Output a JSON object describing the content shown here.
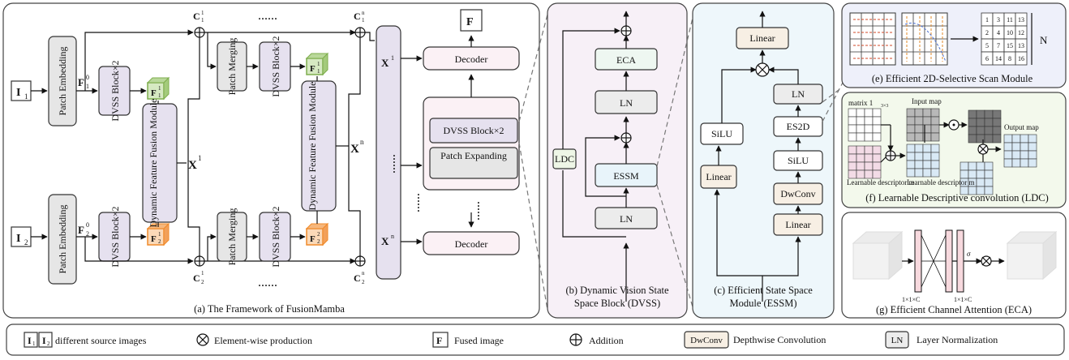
{
  "fw": {
    "caption": "(a) The Framework of FusionMamba",
    "input1": "I",
    "input1_sub": "1",
    "input2": "I",
    "input2_sub": "2",
    "patch_embedding": "Patch Embedding",
    "dvss_block": "DVSS Block×2",
    "patch_merging": "Patch Merging",
    "dffm": "Dynamic Feature Fusion Module",
    "f10": "F",
    "f10_sub": "1",
    "f10_sup": "0",
    "f20": "F",
    "f20_sub": "2",
    "f20_sup": "0",
    "f11": "F",
    "f11_sub": "1",
    "f11_sup": "1",
    "f21": "F",
    "f21_sub": "2",
    "f21_sup": "1",
    "f1n": "F",
    "f1n_sub": "1",
    "f1n_sup": "1",
    "f2n": "F",
    "f2n_sub": "2",
    "f2n_sup": "2",
    "x1": "X",
    "x1_sup": "1",
    "xn": "X",
    "xn_sup": "n",
    "c11": "C",
    "c11_sub": "1",
    "c11_sup": "1",
    "c1n": "C",
    "c1n_sub": "1",
    "c1n_sup": "n",
    "c21": "C",
    "c21_sub": "2",
    "c21_sup": "1",
    "c2n": "C",
    "c2n_sub": "2",
    "c2n_sup": "n",
    "dots": "······",
    "decoder": "Decoder",
    "patch_expanding": "Patch Expanding",
    "fused": "F"
  },
  "dvss_panel": {
    "caption1": "(b) Dynamic Vision State",
    "caption2": "Space Block (DVSS)",
    "ldc": "LDC",
    "essm": "ESSM",
    "ln": "LN",
    "eca": "ECA"
  },
  "essm_panel": {
    "caption1": "(c) Efficient State Space",
    "caption2": "Module (ESSM)",
    "linear": "Linear",
    "silu": "SiLU",
    "dwconv": "DwConv",
    "es2d": "ES2D",
    "ln": "LN"
  },
  "scan_panel": {
    "caption": "(e) Efficient 2D-Selective Scan Module",
    "grid_numbers": [
      1,
      3,
      11,
      13,
      2,
      4,
      10,
      12,
      5,
      7,
      15,
      13,
      6,
      14,
      8,
      16
    ],
    "n_label": "N"
  },
  "ldc_panel": {
    "caption": "(f) Learnable Descriptive convolution (LDC)",
    "matrix": "matrix 1",
    "matrix_sub": "3×3",
    "input_map": "Input map",
    "output_map": "Output map",
    "learn_m": "Learnable descriptor m",
    "learn_mi": "Learnable descriptor m"
  },
  "eca_panel": {
    "caption": "(g) Efficient Channel Attention (ECA)",
    "dim1": "1×1×C",
    "dim2": "1×1×C",
    "sigma": "σ"
  },
  "legend": {
    "i1": "I",
    "i1_sub": "1",
    "i2": "I",
    "i2_sub": "2",
    "different": "different source images",
    "elementwise": "Element-wise production",
    "fused_f": "F",
    "fused": "Fused image",
    "addition": "Addition",
    "dwconv": "DwConv",
    "dwconv_desc": "Depthwise Convolution",
    "ln": "LN",
    "ln_desc": "Layer Normalization"
  },
  "colors": {
    "dvss": "#e6e1ef",
    "essm_bg": "#eef7fb",
    "ldc_bg": "#f3f9ec",
    "scan_bg": "#eef0fa",
    "green_cube": "#7fae4e",
    "orange_cube": "#f08a2a",
    "pink": "#fbf1f5"
  }
}
